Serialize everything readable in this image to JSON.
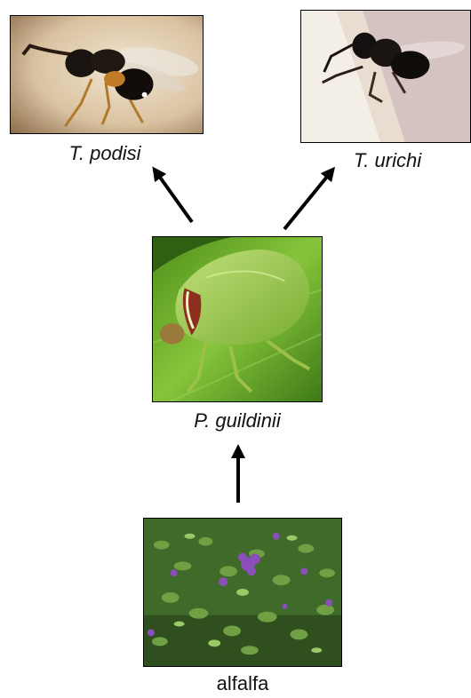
{
  "nodes": {
    "t_podisi": {
      "label": "T. podisi",
      "image": "wasp-photo"
    },
    "t_urichi": {
      "label": "T. urichi",
      "image": "wasp-photo"
    },
    "p_guildinii": {
      "label": "P. guildinii",
      "image": "stink-bug-photo"
    },
    "alfalfa": {
      "label": "alfalfa",
      "image": "alfalfa-photo"
    }
  },
  "edges": [
    {
      "from": "alfalfa",
      "to": "p_guildinii"
    },
    {
      "from": "p_guildinii",
      "to": "t_podisi"
    },
    {
      "from": "p_guildinii",
      "to": "t_urichi"
    }
  ]
}
